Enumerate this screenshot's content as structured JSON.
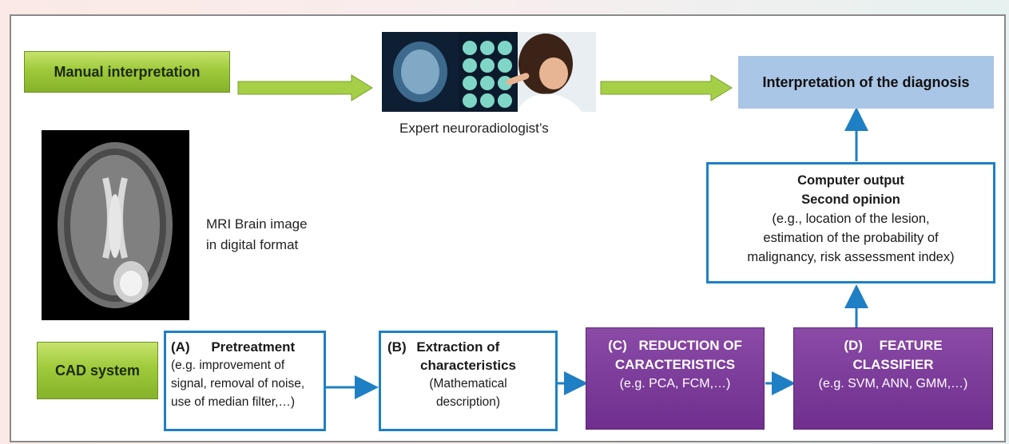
{
  "labels": {
    "manual_interpretation": "Manual interpretation",
    "expert_caption": "Expert neuroradiologist’s",
    "diagnosis": "Interpretation of the diagnosis",
    "mri_caption_line1": "MRI Brain image",
    "mri_caption_line2": "in digital format",
    "cad_system": "CAD system"
  },
  "output_box": {
    "title1": "Computer output",
    "title2": "Second opinion",
    "line1": "(e.g., location of the lesion,",
    "line2": "estimation of the probability of",
    "line3": "malignancy, risk assessment index)"
  },
  "stages": [
    {
      "letter": "(A)",
      "title": "Pretreatment",
      "lines": [
        "(e.g. improvement of",
        "signal, removal of noise,",
        "use of median filter,…)"
      ]
    },
    {
      "letter": "(B)",
      "title": "Extraction of",
      "title2": "characteristics",
      "lines": [
        "(Mathematical",
        "description)"
      ]
    },
    {
      "letter": "(C)",
      "title": "REDUCTION OF",
      "title2": "CARACTERISTICS",
      "lines": [
        "(e.g. PCA, FCM,…)"
      ]
    },
    {
      "letter": "(D)",
      "title": "FEATURE",
      "title2": "CLASSIFIER",
      "lines": [
        "(e.g. SVM, ANN, GMM,…)"
      ]
    }
  ],
  "colors": {
    "green": "#9fca3c",
    "blue_border": "#1f7fc4",
    "purple": "#6f2f8e",
    "diagnosis_fill": "#aac6e6"
  },
  "icons": [
    "brain-mri-image",
    "radiologist-photo"
  ]
}
